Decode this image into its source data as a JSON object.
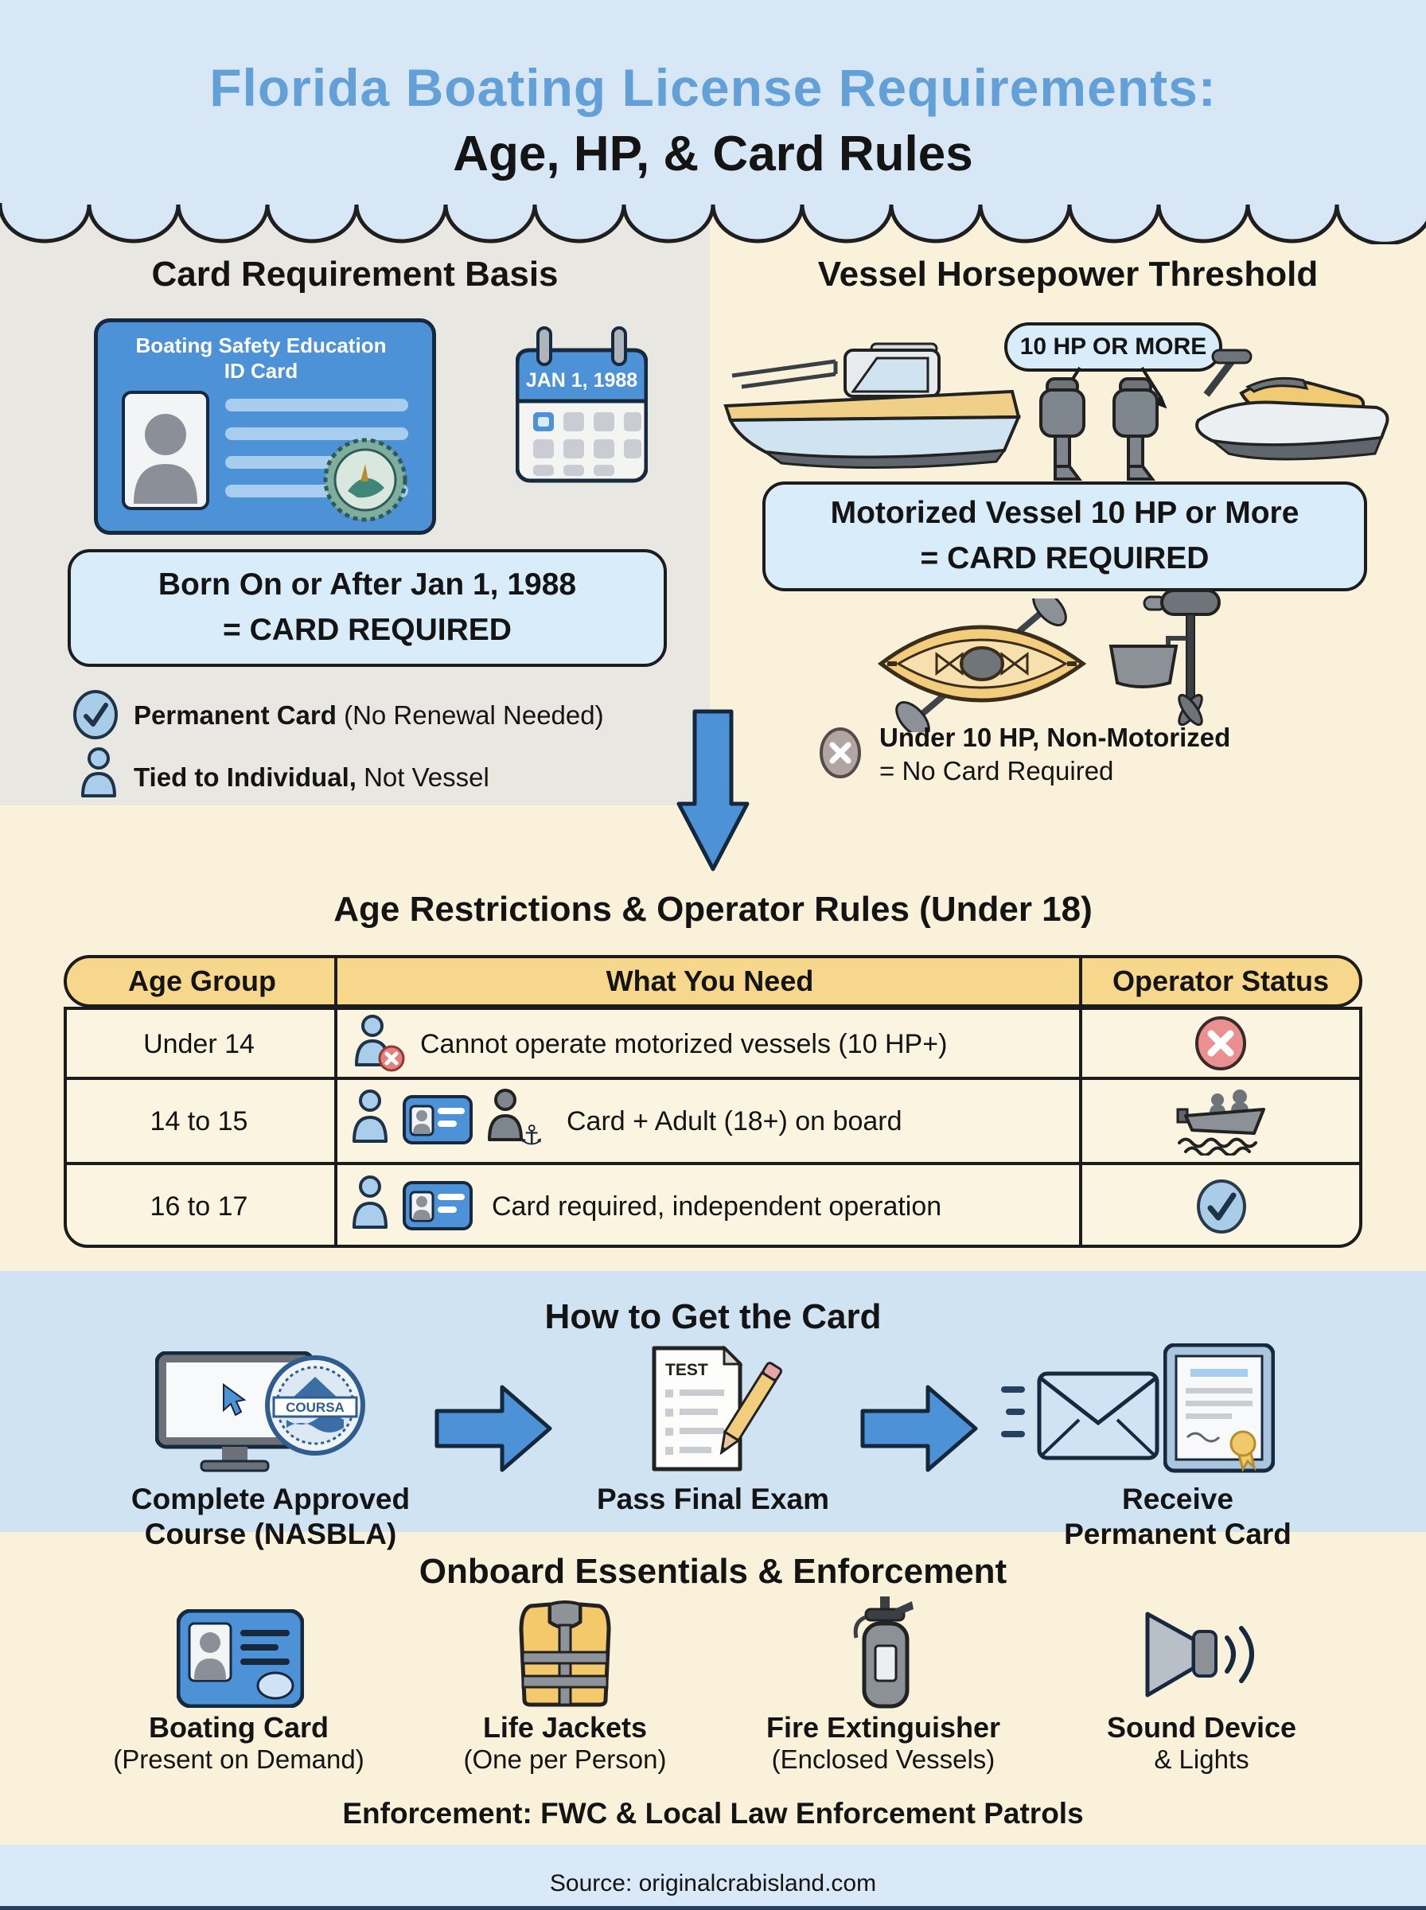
{
  "header": {
    "line1": "Florida Boating License Requirements:",
    "line2": "Age, HP, & Card Rules"
  },
  "card_basis": {
    "heading": "Card Requirement Basis",
    "card_title1": "Boating Safety Education",
    "card_title2": "ID Card",
    "calendar_date": "JAN 1, 1988",
    "rule1": "Born On or After Jan 1, 1988",
    "rule2": "= CARD REQUIRED",
    "b1_bold": "Permanent Card",
    "b1_rest": " (No Renewal Needed)",
    "b2_bold": "Tied to Individual,",
    "b2_rest": " Not Vessel"
  },
  "hp": {
    "heading": "Vessel Horsepower Threshold",
    "badge": "10 HP OR MORE",
    "rule1": "Motorized Vessel 10 HP or More",
    "rule2": "= CARD REQUIRED",
    "x1": "Under 10 HP, Non-Motorized",
    "x2": "= No Card Required"
  },
  "age": {
    "heading": "Age Restrictions & Operator Rules (Under 18)",
    "col_age": "Age Group",
    "col_need": "What You Need",
    "col_status": "Operator Status",
    "rows": [
      {
        "age": "Under 14",
        "need": "Cannot operate motorized vessels (10 HP+)",
        "status": "prohibited"
      },
      {
        "age": "14 to 15",
        "need": "Card + Adult (18+) on board",
        "status": "adult-supervision"
      },
      {
        "age": "16 to 17",
        "need": "Card required, independent operation",
        "status": "allowed"
      }
    ]
  },
  "howto": {
    "heading": "How to Get the Card",
    "badge_text": "COURSA",
    "test_label": "TEST",
    "s1a": "Complete Approved",
    "s1b": "Course (NASBLA)",
    "s2a": "Pass Final Exam",
    "s3a": "Receive",
    "s3b": "Permanent Card"
  },
  "essentials": {
    "heading": "Onboard Essentials & Enforcement",
    "items": [
      {
        "title": "Boating Card",
        "subtitle": "(Present on Demand)"
      },
      {
        "title": "Life Jackets",
        "subtitle": "(One per Person)"
      },
      {
        "title": "Fire Extinguisher",
        "subtitle": "(Enclosed Vessels)"
      },
      {
        "title": "Sound Device",
        "subtitle": "& Lights"
      }
    ],
    "enforcement": "Enforcement: FWC & Local Law Enforcement Patrols"
  },
  "footer": {
    "source": "Source: originalcrabisland.com"
  },
  "colors": {
    "header_blue": "#d7e7f5",
    "panel_gray": "#e9e7e1",
    "cream": "#faf1da",
    "accent_blue": "#4d92d6",
    "info_box_blue": "#d9ecfa",
    "table_header_tan": "#f6d78c",
    "title_blue": "#63a0d8",
    "status_red": "#ea9090",
    "status_check_blue": "#a9cde9",
    "howto_blue": "#cfe3f3",
    "footer_blue": "#d9e9f7"
  }
}
